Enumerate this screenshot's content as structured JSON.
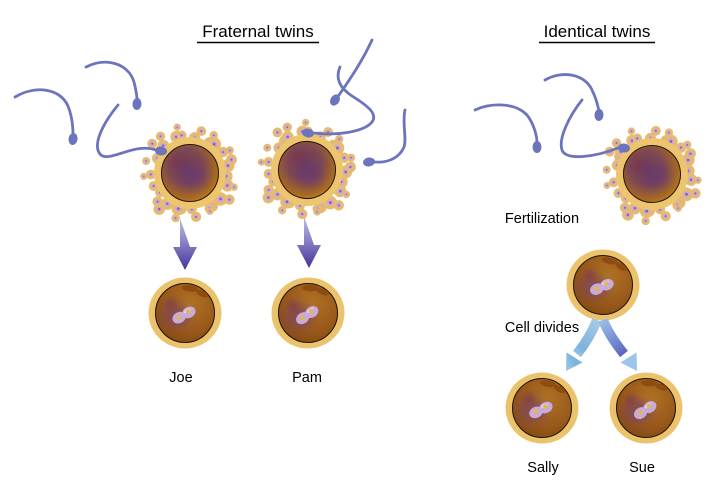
{
  "left_panel": {
    "title": "Fraternal twins",
    "child1_label": "Joe",
    "child2_label": "Pam"
  },
  "right_panel": {
    "title": "Identical twins",
    "fertilization_label": "Fertilization",
    "cell_divides_label": "Cell divides",
    "child1_label": "Sally",
    "child2_label": "Sue"
  },
  "colors": {
    "background": "#ffffff",
    "text": "#000000",
    "sperm": "#6b74bd",
    "egg_zona_gold": "#edc56e",
    "corona_cell_gold": "#e6bb6e",
    "corona_cell_nucleus": "#cba8d8",
    "corona_cell_dot": "#8a5fae",
    "egg_interior_amber": "#a86a20",
    "egg_interior_purple": "#5f3383",
    "zygote_ring_gold": "#ebc36c",
    "zygote_interior_amber": "#9a5a1b",
    "pronuclei_lilac": "#c9aade",
    "pronuclei_dot_yellow": "#e0b94e",
    "arrow_gradient_top": "#b8c3e3",
    "arrow_gradient_bottom": "#41349d",
    "split_arrow_left_end": "#cfeaf6",
    "split_arrow_right_end": "#3a2f9e"
  }
}
